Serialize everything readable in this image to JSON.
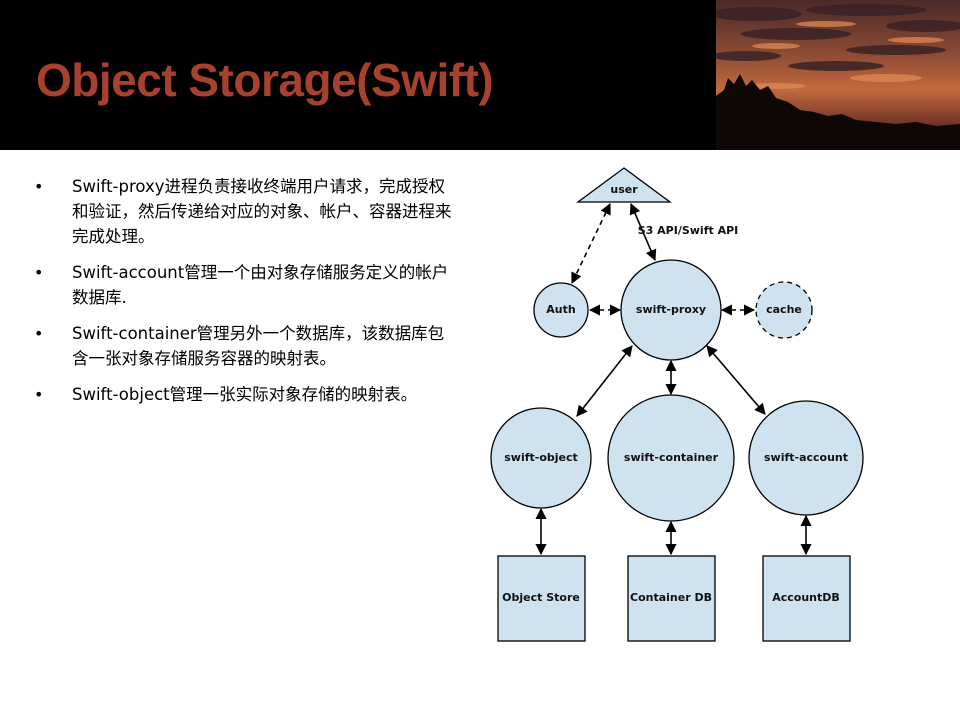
{
  "slide": {
    "title": "Object Storage(Swift)",
    "bullet_symbol": "•",
    "bullets": [
      "Swift-proxy进程负责接收终端用户请求，完成授权和验证，然后传递给对应的对象、帐户、容器进程来完成处理。",
      "Swift-account管理一个由对象存储服务定义的帐户数据库.",
      "Swift-container管理另外一个数据库，该数据库包含一张对象存储服务容器的映射表。",
      "Swift-object管理一张实际对象存储的映射表。"
    ]
  },
  "diagram": {
    "colors": {
      "node_fill": "#cfe2f0",
      "stroke": "#000000"
    },
    "nodes": {
      "user": "user",
      "auth": "Auth",
      "proxy": "swift-proxy",
      "cache": "cache",
      "object": "swift-object",
      "container": "swift-container",
      "account": "swift-account",
      "object_store": "Object Store",
      "container_db": "Container DB",
      "account_db": "AccountDB"
    },
    "edge_label": "S3 API/Swift API"
  }
}
